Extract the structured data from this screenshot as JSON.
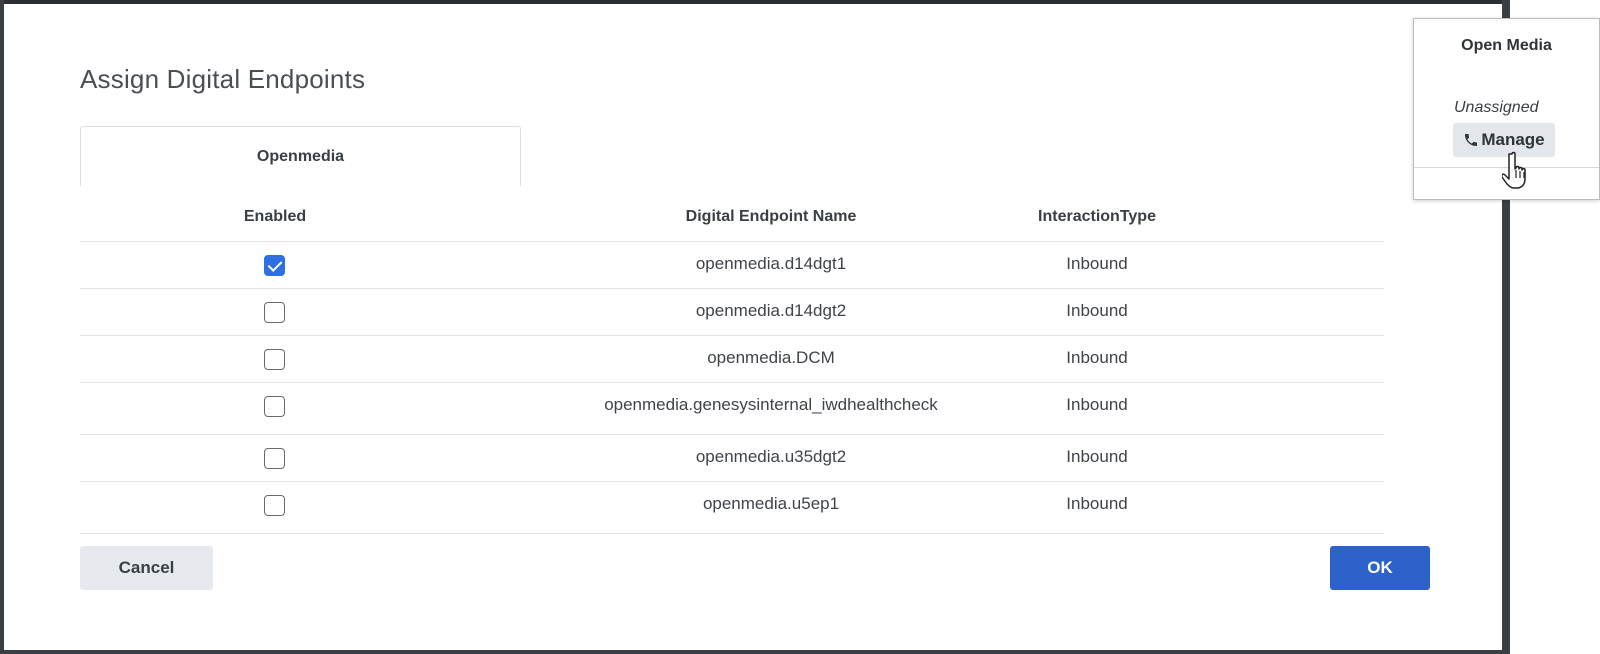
{
  "modal": {
    "title": "Assign Digital Endpoints",
    "tab_label": "Openmedia",
    "columns": {
      "enabled": "Enabled",
      "name": "Digital Endpoint Name",
      "type": "InteractionType"
    },
    "rows": [
      {
        "enabled": true,
        "name": "openmedia.d14dgt1",
        "type": "Inbound"
      },
      {
        "enabled": false,
        "name": "openmedia.d14dgt2",
        "type": "Inbound"
      },
      {
        "enabled": false,
        "name": "openmedia.DCM",
        "type": "Inbound"
      },
      {
        "enabled": false,
        "name": "openmedia.genesysinternal_iwdhealthcheck",
        "type": "Inbound"
      },
      {
        "enabled": false,
        "name": "openmedia.u35dgt2",
        "type": "Inbound"
      },
      {
        "enabled": false,
        "name": "openmedia.u5ep1",
        "type": "Inbound"
      }
    ],
    "cancel_label": "Cancel",
    "ok_label": "OK"
  },
  "popover": {
    "title": "Open Media",
    "status": "Unassigned",
    "manage_label": "Manage",
    "manage_icon": "phone-icon"
  },
  "colors": {
    "primary": "#2d62c8",
    "checkbox_checked": "#2f6fe4",
    "secondary_button": "#e6e9ee"
  }
}
